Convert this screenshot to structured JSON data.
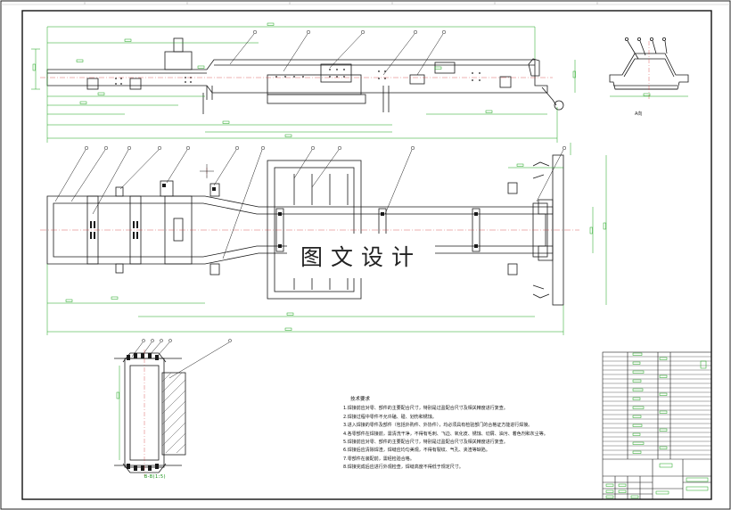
{
  "watermark": "图文设计",
  "technical_notes": {
    "title": "技术要求",
    "items": [
      "1.焊接前应对零、部件的主要配合尺寸，特别是过盈配合尺寸及相关精度进行复查。",
      "2.焊接过程中零件不允许磕、碰、划伤和锈蚀。",
      "3.进入焊接的零件及部件（包括外购件、外协件），均必须具有检验部门的合格证方能进行焊接。",
      "4.各零部件在焊接前，需清洗干净，不得有毛刺、飞边、氧化皮、锈蚀、切屑、油污、着色剂和灰尘等。",
      "5.焊接前应对零、部件的主要配合尺寸，特别是过盈配合尺寸及相关精度进行复查。",
      "6.焊接后应清除焊渣，焊缝应均匀美观，不得有裂纹、气孔、夹渣等缺陷。",
      "7.零部件在装配前，需经检验合格。",
      "8.焊接完成后应进行外观检查，焊缝高度不得低于规定尺寸。"
    ]
  },
  "section_label": "B-B(1:5)",
  "view_label": "A向",
  "colors": {
    "outline": "#1a1a1a",
    "dimension": "#19a319",
    "centerline": "#d23c3c",
    "hatch": "#555555"
  }
}
